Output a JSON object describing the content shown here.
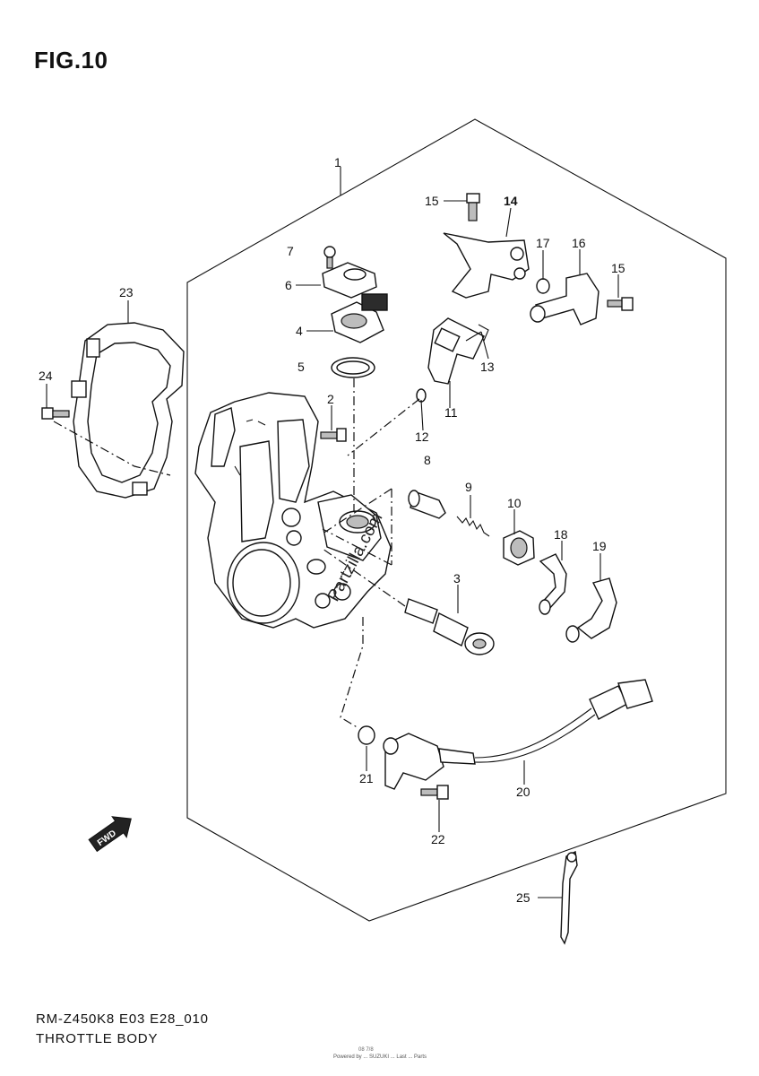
{
  "figure": {
    "title": "FIG.10"
  },
  "footer": {
    "model_code": "RM-Z450K8 E03 E28_010",
    "part_name": "THROTTLE BODY",
    "small_code": "08 7/8",
    "small_note": "Powered by ...  SUZUKI ... Last ... Parts"
  },
  "watermark": "Partzilla.com",
  "fwd_label": "FWD",
  "callouts": [
    "1",
    "2",
    "3",
    "4",
    "5",
    "6",
    "7",
    "8",
    "9",
    "10",
    "11",
    "12",
    "13",
    "14",
    "15",
    "15",
    "16",
    "17",
    "18",
    "19",
    "20",
    "21",
    "22",
    "23",
    "24",
    "25"
  ]
}
